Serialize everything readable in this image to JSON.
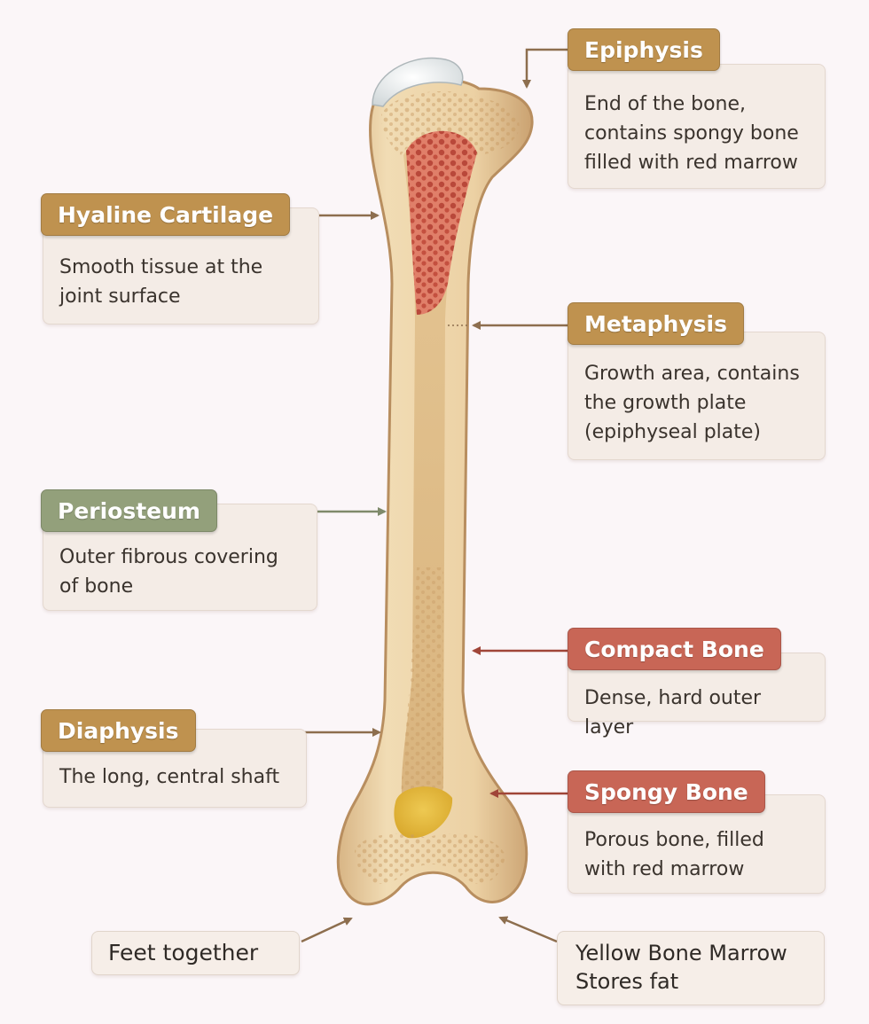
{
  "labels": {
    "epiphysis": {
      "title": "Epiphysis",
      "lines": [
        "End of the bone,",
        "contains spongy bone",
        "filled with red marrow"
      ]
    },
    "hyaline": {
      "title": "Hyaline Cartilage",
      "lines": [
        "Smooth tissue at the",
        "joint surface"
      ]
    },
    "metaphysis": {
      "title": "Metaphysis",
      "lines": [
        "Growth area, contains",
        "the growth plate",
        "(epiphyseal plate)"
      ]
    },
    "periosteum": {
      "title": "Periosteum",
      "lines": [
        "Outer fibrous covering",
        "of bone"
      ]
    },
    "compact": {
      "title": "Compact Bone",
      "lines": [
        "Dense, hard outer layer"
      ]
    },
    "diaphysis": {
      "title": "Diaphysis",
      "lines": [
        "The long, central shaft"
      ]
    },
    "spongy": {
      "title": "Spongy Bone",
      "lines": [
        "Porous bone, filled",
        "with red marrow"
      ]
    },
    "feet": {
      "text": "Feet together"
    },
    "yellow": {
      "lines": [
        "Yellow Bone Marrow",
        "Stores fat"
      ]
    }
  },
  "colors": {
    "gold": "#bf924f",
    "sage": "#93a07b",
    "red": "#c86656",
    "bone": "#e9cfa3",
    "marrow_red": "#dc7763",
    "marrow_yellow": "#e2b73c"
  }
}
